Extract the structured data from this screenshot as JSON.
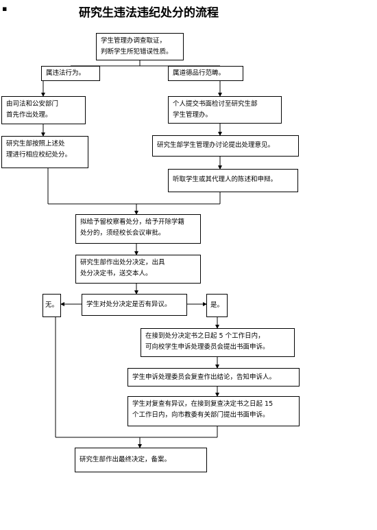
{
  "title": "研究生违法违纪处分的流程",
  "nodes": {
    "investigate": "学生管理办调查取证，\n判断学生所犯错误性质。",
    "illegal": "属违法行为。",
    "moral": "属道德品行范畴。",
    "police": "由司法和公安部门\n首先作出处理。",
    "self_review": "个人提交书面检讨至研究生部\n学生管理办。",
    "follow_up": "研究生部按照上述处\n理进行相应校纪处分。",
    "discuss": "研究生部学生管理办讨论提出处理意见。",
    "hear": "听取学生或其代理人的陈述和申辩。",
    "expel": "拟给予留校察看处分，给予开除学籍\n处分的，须经校长会议审批。",
    "decide": "研究生部作出处分决定，出具\n处分决定书，送交本人。",
    "objection": "学生对处分决定是否有异议。",
    "no": "无。",
    "yes": "是。",
    "appeal": "在接到处分决定书之日起 5 个工作日内，\n可向校学生申诉处理委员会提出书面申诉。",
    "review": "学生申诉处理委员会复查作出结论，告知申诉人。",
    "further": "学生对复查有异议，在接到复查决定书之日起 15\n个工作日内，向市教委有关部门提出书面申诉。",
    "final": "研究生部作出最终决定，备案。"
  }
}
